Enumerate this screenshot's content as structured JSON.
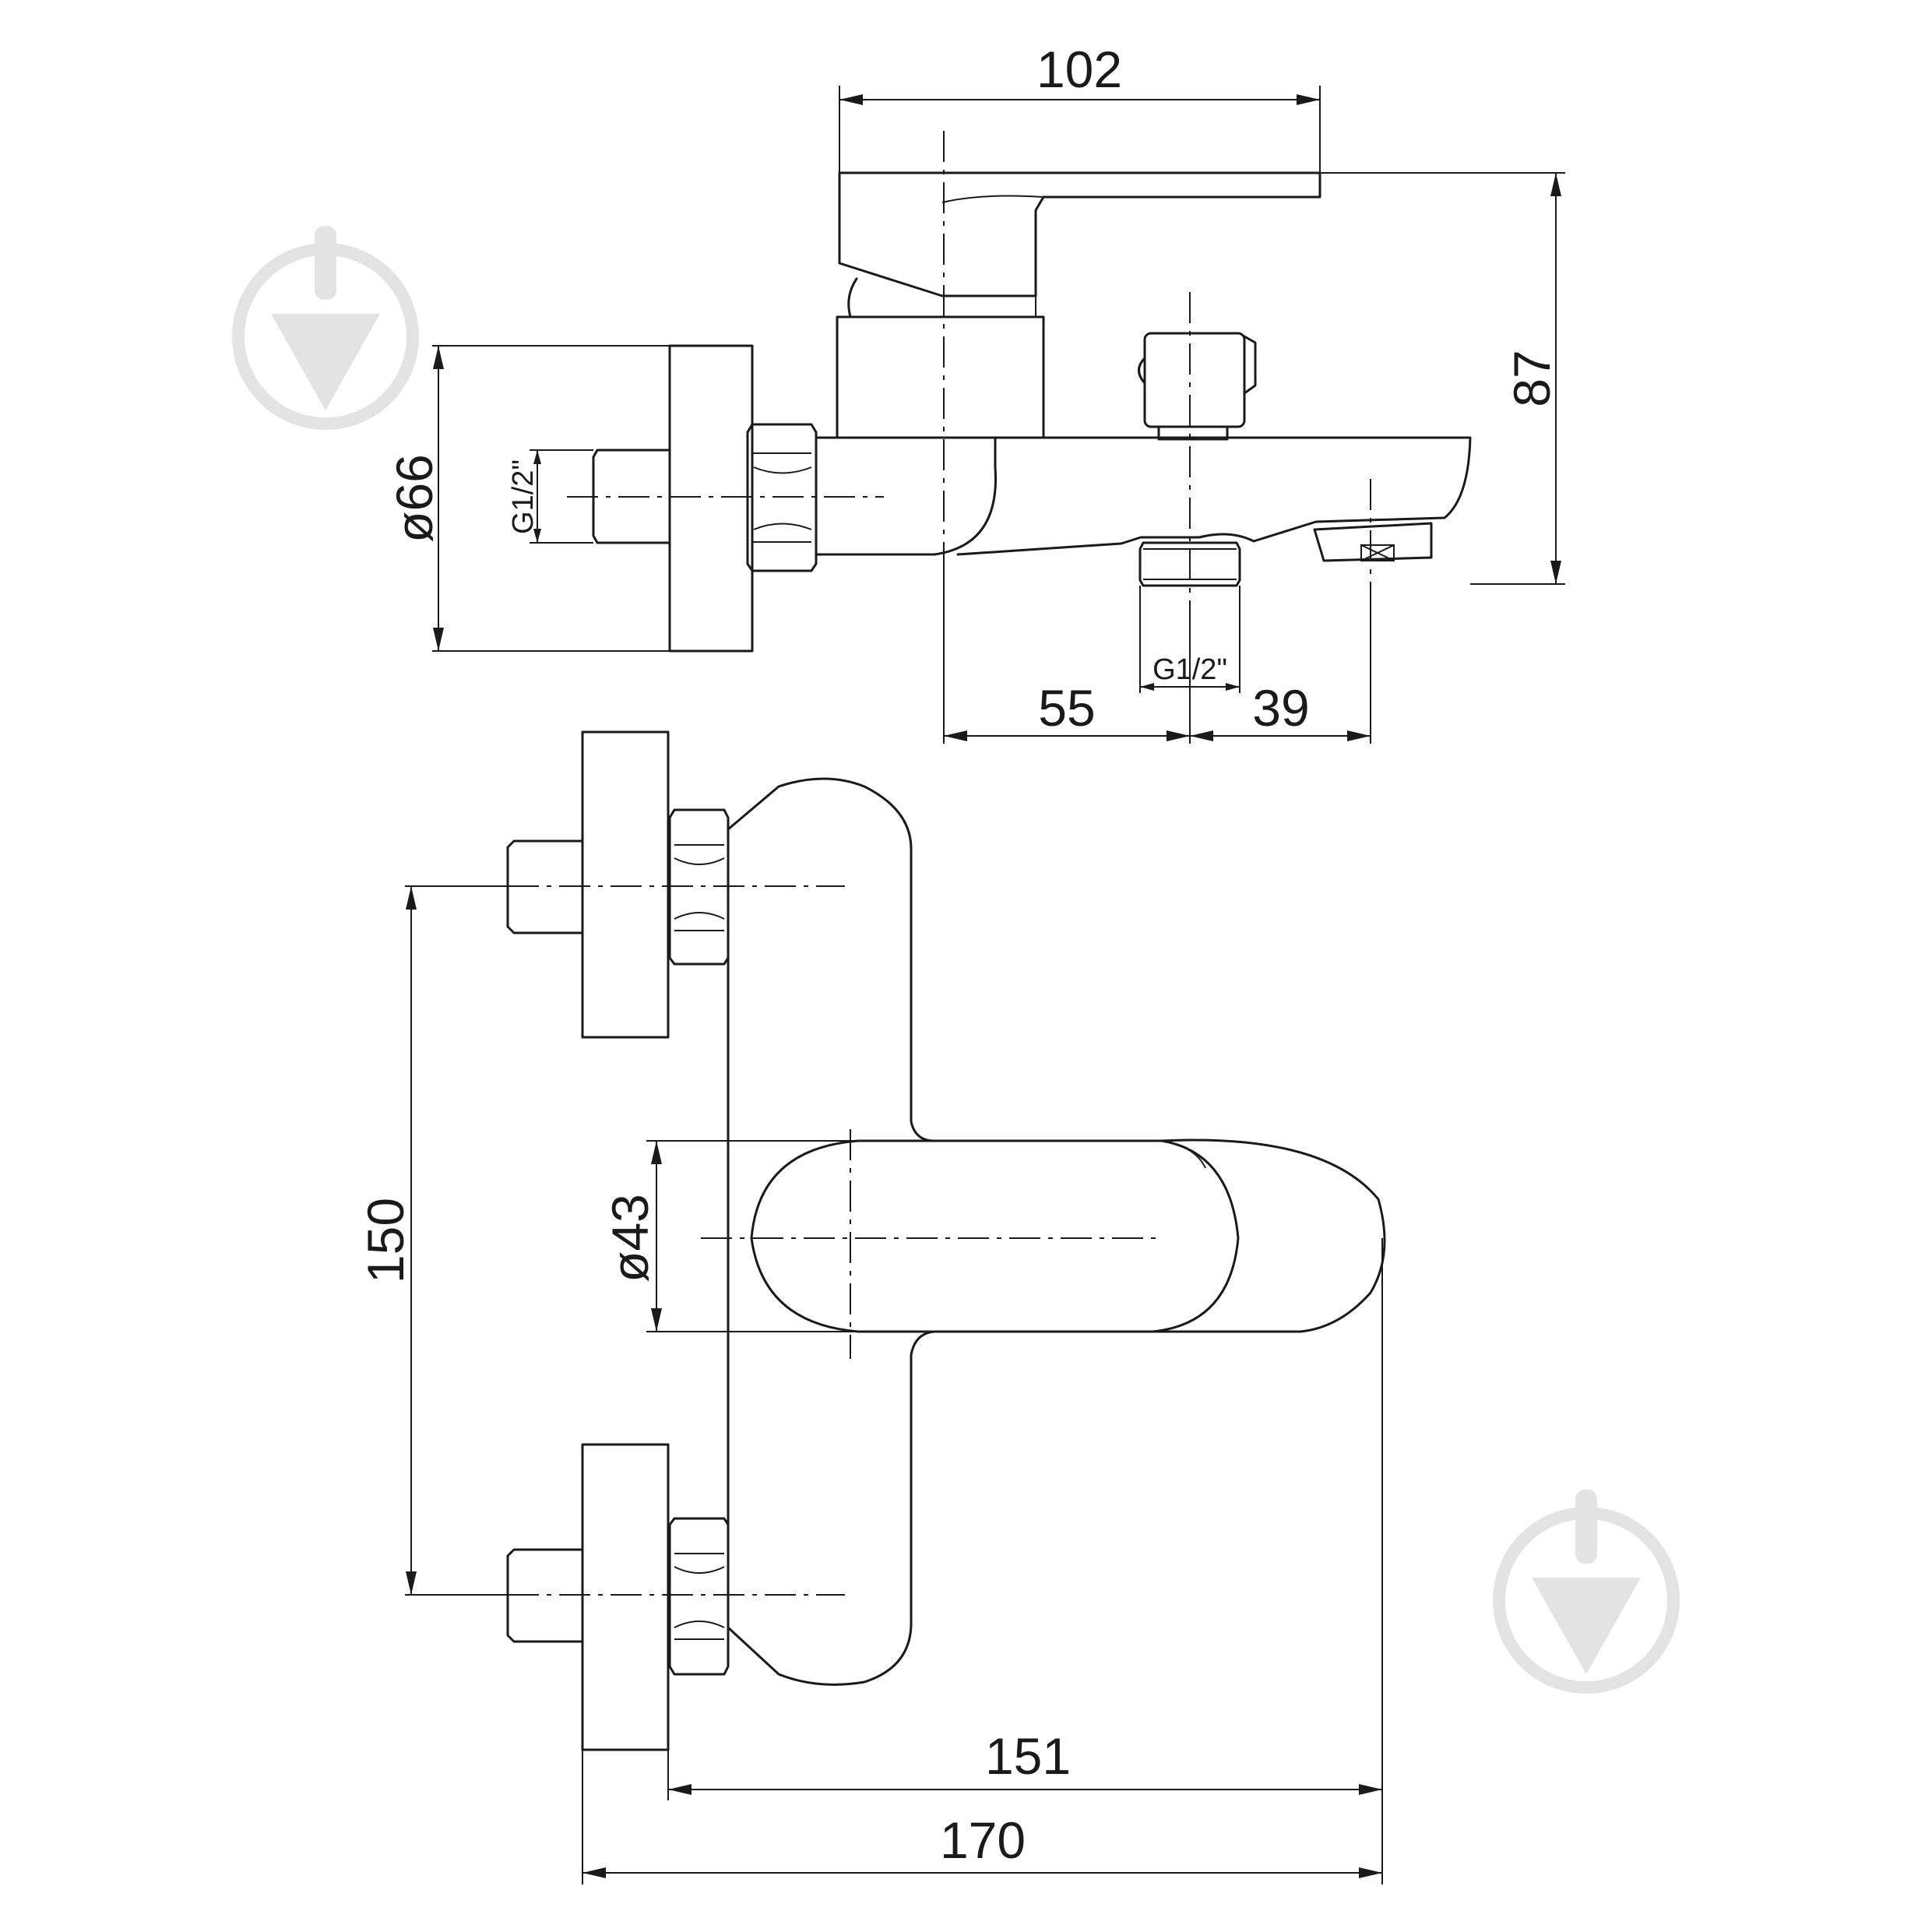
{
  "drawing": {
    "side_view": {
      "dims": {
        "handle_length": "102",
        "height": "87",
        "flange_diameter": "ø66",
        "inlet_thread": "G1/2\"",
        "outlet_thread": "G1/2\"",
        "axis_to_outlet": "55",
        "outlet_to_spout": "39"
      }
    },
    "top_view": {
      "dims": {
        "inlet_spacing": "150",
        "body_diameter": "ø43",
        "depth_body": "151",
        "depth_total": "170"
      }
    },
    "watermark_icon": "download-icon"
  }
}
